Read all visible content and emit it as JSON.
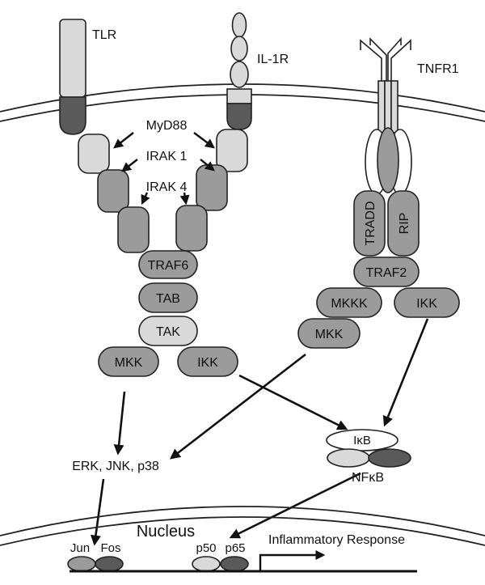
{
  "receptors": {
    "tlr": "TLR",
    "il1r": "IL-1R",
    "tnfr1": "TNFR1"
  },
  "adaptors": {
    "myd88": "MyD88",
    "irak1": "IRAK 1",
    "irak4": "IRAK 4"
  },
  "left_chain": {
    "traf6": "TRAF6",
    "tab": "TAB",
    "tak": "TAK",
    "mkk": "MKK",
    "ikk": "IKK"
  },
  "right_chain": {
    "tradd": "TRADD",
    "rip": "RIP",
    "traf2": "TRAF2",
    "mkkk": "MKKK",
    "mkk": "MKK",
    "ikk": "IKK"
  },
  "cytoplasm": {
    "mapk": "ERK, JNK, p38",
    "ikb": "IκB",
    "nfkb": "NFκB"
  },
  "nucleus": {
    "title": "Nucleus",
    "jun": "Jun",
    "fos": "Fos",
    "p50": "p50",
    "p65": "p65",
    "response": "Inflammatory Response"
  },
  "colors": {
    "light": "#d9d9d9",
    "medium": "#9b9b9b",
    "dark": "#5a5a5a",
    "white": "#ffffff",
    "outline": "#222222"
  }
}
